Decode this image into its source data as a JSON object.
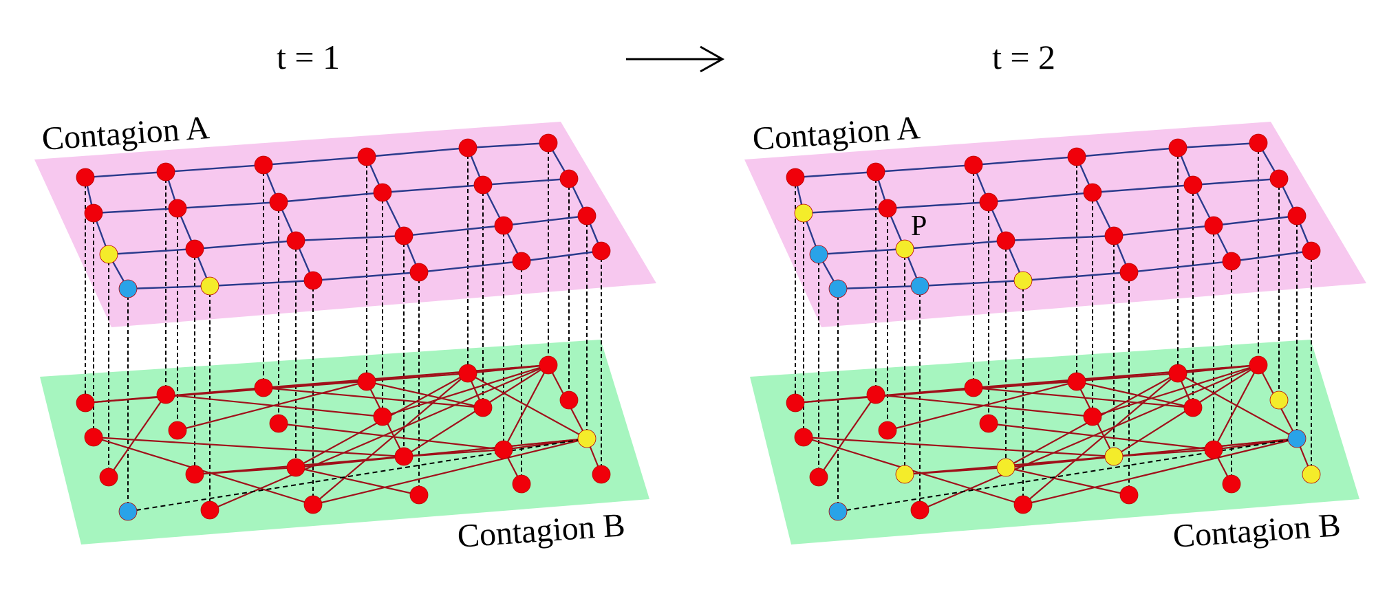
{
  "panels": [
    {
      "time_label": "t = 1",
      "layer_a_label": "Contagion A",
      "layer_b_label": "Contagion B",
      "point_label": ""
    },
    {
      "time_label": "t = 2",
      "layer_a_label": "Contagion A",
      "layer_b_label": "Contagion B",
      "point_label": "P"
    }
  ],
  "arrow": "right-arrow",
  "colors": {
    "layer_a_fill": "#f7c8ef",
    "layer_b_fill": "#a6f5bf",
    "node_red": "#f0000a",
    "node_yellow": "#f4ec2a",
    "node_blue": "#29a3e8",
    "edge_a": "#2a3a8c",
    "edge_b": "#a0101a"
  },
  "node_states": {
    "t1": {
      "A": {
        "yellow": [
          "c0r2",
          "c1r3"
        ],
        "blue": [
          "c0r3"
        ]
      },
      "B": {
        "yellow": [
          "c5r2"
        ],
        "blue": [
          "c0r3"
        ]
      }
    },
    "t2": {
      "A": {
        "yellow": [
          "c0r1",
          "c1r2",
          "c2r3"
        ],
        "blue": [
          "c0r2",
          "c0r3",
          "c1r3"
        ]
      },
      "B": {
        "yellow": [
          "c1r2",
          "c2r2",
          "c3r2",
          "c5r1",
          "c5r3"
        ],
        "blue": [
          "c0r3",
          "c5r2"
        ]
      }
    }
  }
}
